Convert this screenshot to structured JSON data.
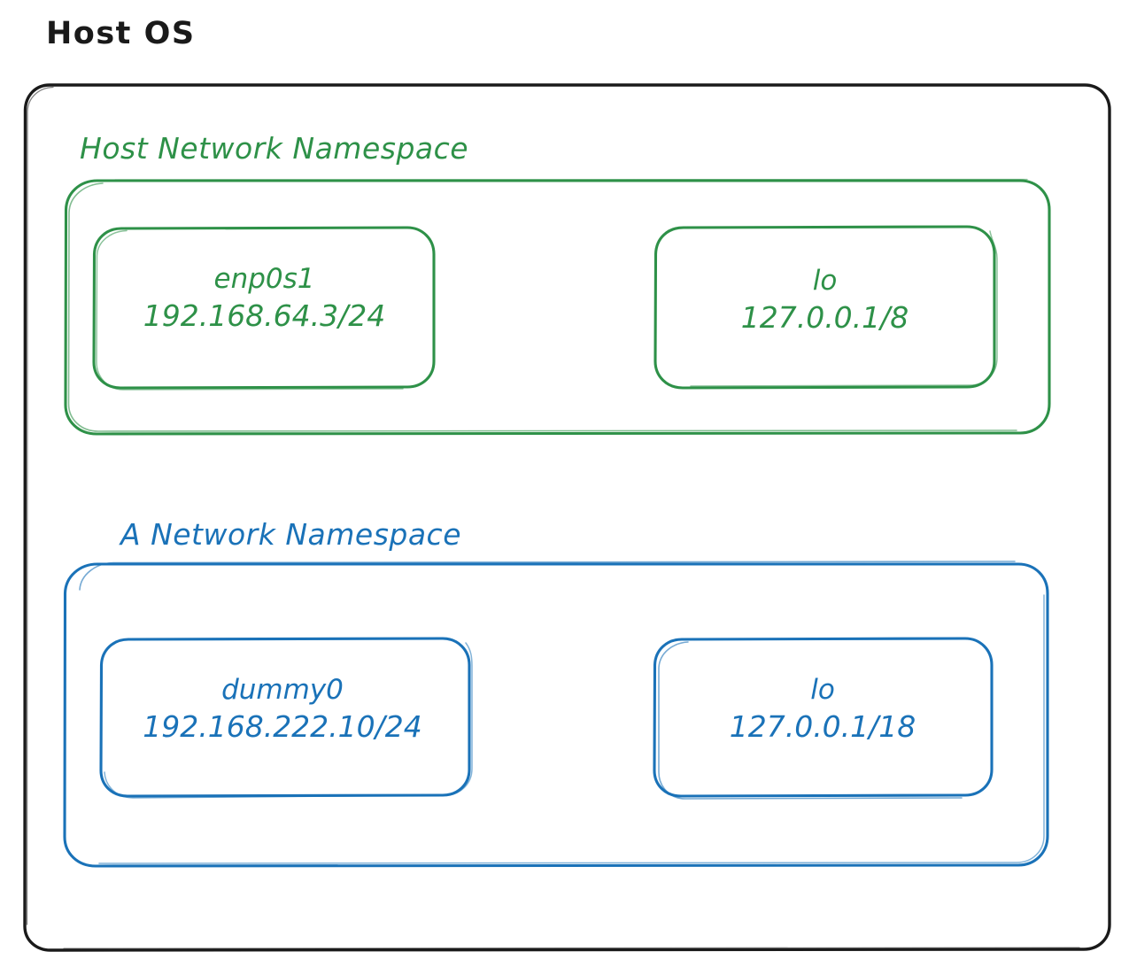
{
  "diagram": {
    "title": "Host OS",
    "style": "hand-drawn",
    "colors": {
      "host_os_border": "#1a1a1a",
      "host_namespace": "#2e9148",
      "a_namespace": "#1a72b8",
      "background": "#ffffff"
    },
    "namespaces": [
      {
        "id": "host-network-namespace",
        "label": "Host Network Namespace",
        "color": "#2e9148",
        "interfaces": [
          {
            "id": "enp0s1",
            "name": "enp0s1",
            "address": "192.168.64.3/24"
          },
          {
            "id": "host-lo",
            "name": "lo",
            "address": "127.0.0.1/8"
          }
        ]
      },
      {
        "id": "a-network-namespace",
        "label": "A Network Namespace",
        "color": "#1a72b8",
        "interfaces": [
          {
            "id": "dummy0",
            "name": "dummy0",
            "address": "192.168.222.10/24"
          },
          {
            "id": "ns-lo",
            "name": "lo",
            "address": "127.0.0.1/18"
          }
        ]
      }
    ]
  }
}
